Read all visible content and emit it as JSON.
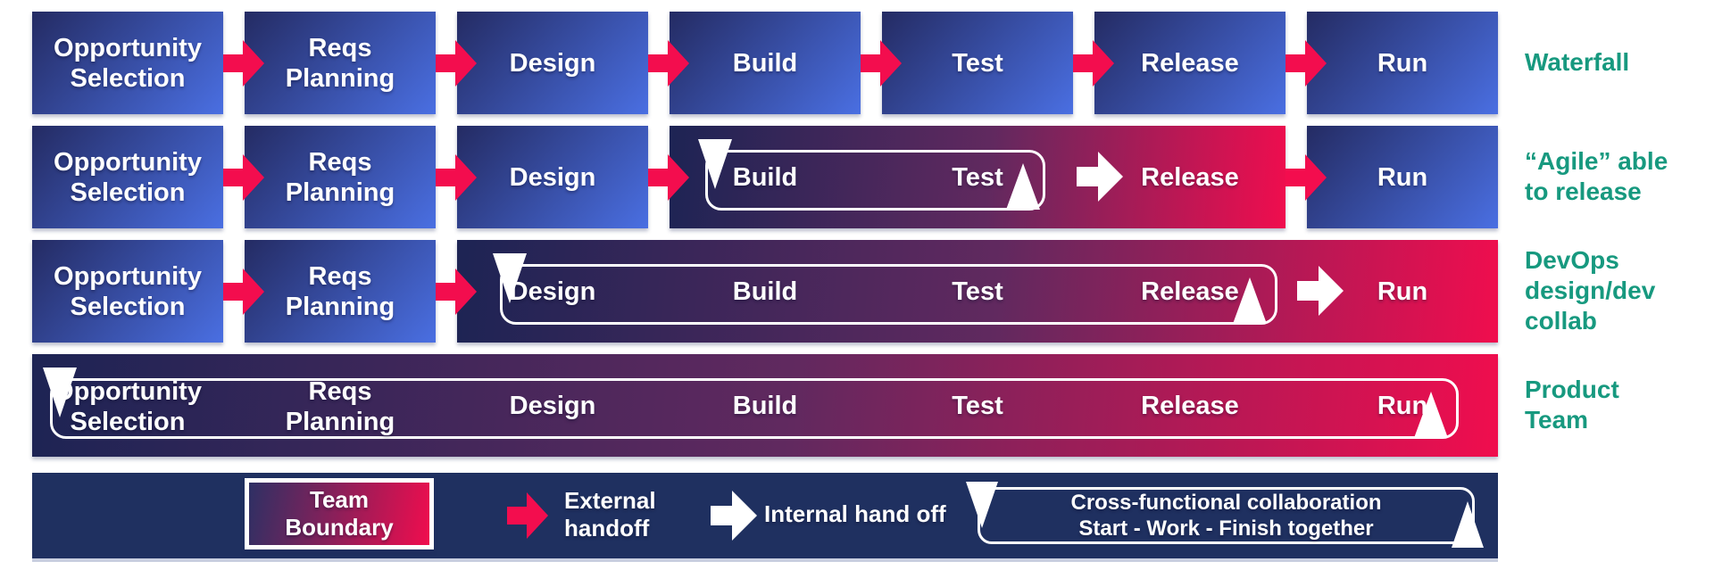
{
  "title": "Team boundaries across delivery models",
  "stages": {
    "opportunity": [
      "Opportunity",
      "Selection"
    ],
    "reqs": [
      "Reqs",
      "Planning"
    ],
    "design": [
      "Design"
    ],
    "build": [
      "Build"
    ],
    "test": [
      "Test"
    ],
    "release": [
      "Release"
    ],
    "run": [
      "Run"
    ]
  },
  "labels": {
    "waterfall": [
      "Waterfall"
    ],
    "agile": [
      "“Agile” able",
      "to release"
    ],
    "devops": [
      "DevOps",
      "design/dev",
      "collab"
    ],
    "product": [
      "Product",
      "Team"
    ]
  },
  "legend": {
    "team_boundary": [
      "Team",
      "Boundary"
    ],
    "external": [
      "External",
      "handoff"
    ],
    "internal": "Internal hand off",
    "collab": [
      "Cross-functional collaboration",
      "Start - Work - Finish together"
    ]
  },
  "icons": {
    "external_arrow": "pink-block-arrow-right",
    "internal_arrow": "white-block-arrow-right",
    "start_arrow": "white-triangle-down",
    "finish_arrow": "white-triangle-up"
  },
  "colors": {
    "blue1": "#242B63",
    "blue2": "#4A6FE2",
    "pink": "#F30D4E",
    "grad1": "#1D2454",
    "grad2": "#61295F",
    "grad3": "#F00D4E",
    "legendbg": "#1F3060",
    "teal": "#17997F",
    "edge": "#C9CFE0"
  }
}
